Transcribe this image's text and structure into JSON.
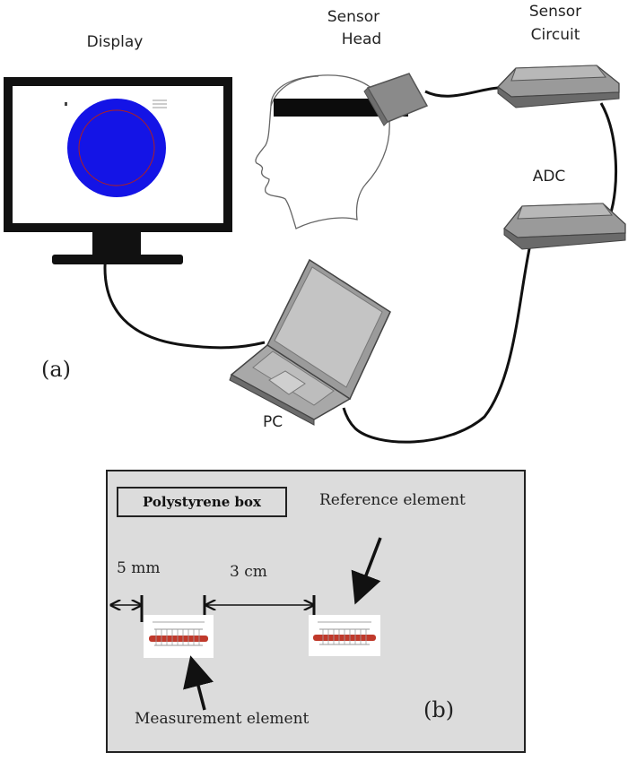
{
  "panel_a": {
    "display_label": "Display",
    "sensor_head_label": [
      "Sensor",
      "Head"
    ],
    "sensor_circuit_label": [
      "Sensor",
      "Circuit"
    ],
    "adc_label": "ADC",
    "pc_label": "PC",
    "tag": "(a)",
    "colors": {
      "screen_disc": "#1414e6",
      "device": "#8a8a8a",
      "cable": "#111111"
    }
  },
  "panel_b": {
    "box_label": "Polystyrene box",
    "reference_label": "Reference element",
    "measurement_label": "Measurement element",
    "dim_left": "5 mm",
    "dim_gap": "3 cm",
    "tag": "(b)",
    "colors": {
      "background": "#dcdcdc",
      "coil": "#c0392b"
    }
  }
}
